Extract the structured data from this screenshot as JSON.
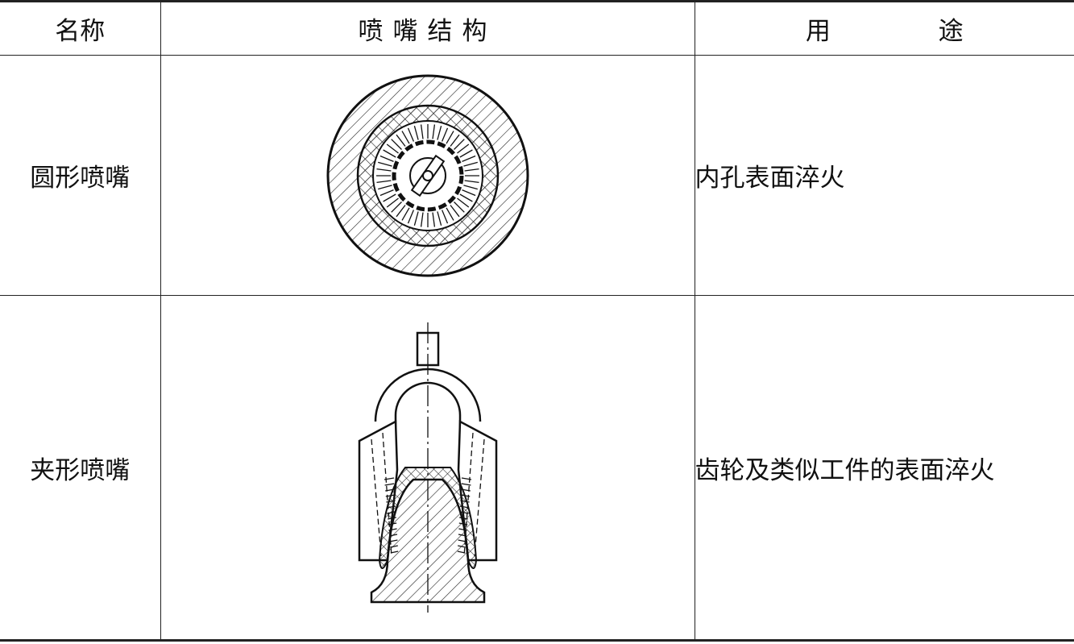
{
  "table": {
    "headers": {
      "name": "名称",
      "structure": "喷嘴结构",
      "usage": "用  途"
    },
    "rows": [
      {
        "name": "圆形喷嘴",
        "figure_icon": "round-nozzle-cross-section-drawing",
        "usage": "内孔表面淬火"
      },
      {
        "name": "夹形喷嘴",
        "figure_icon": "clamp-nozzle-cross-section-drawing",
        "usage": "齿轮及类似工件的表面淬火"
      }
    ]
  }
}
